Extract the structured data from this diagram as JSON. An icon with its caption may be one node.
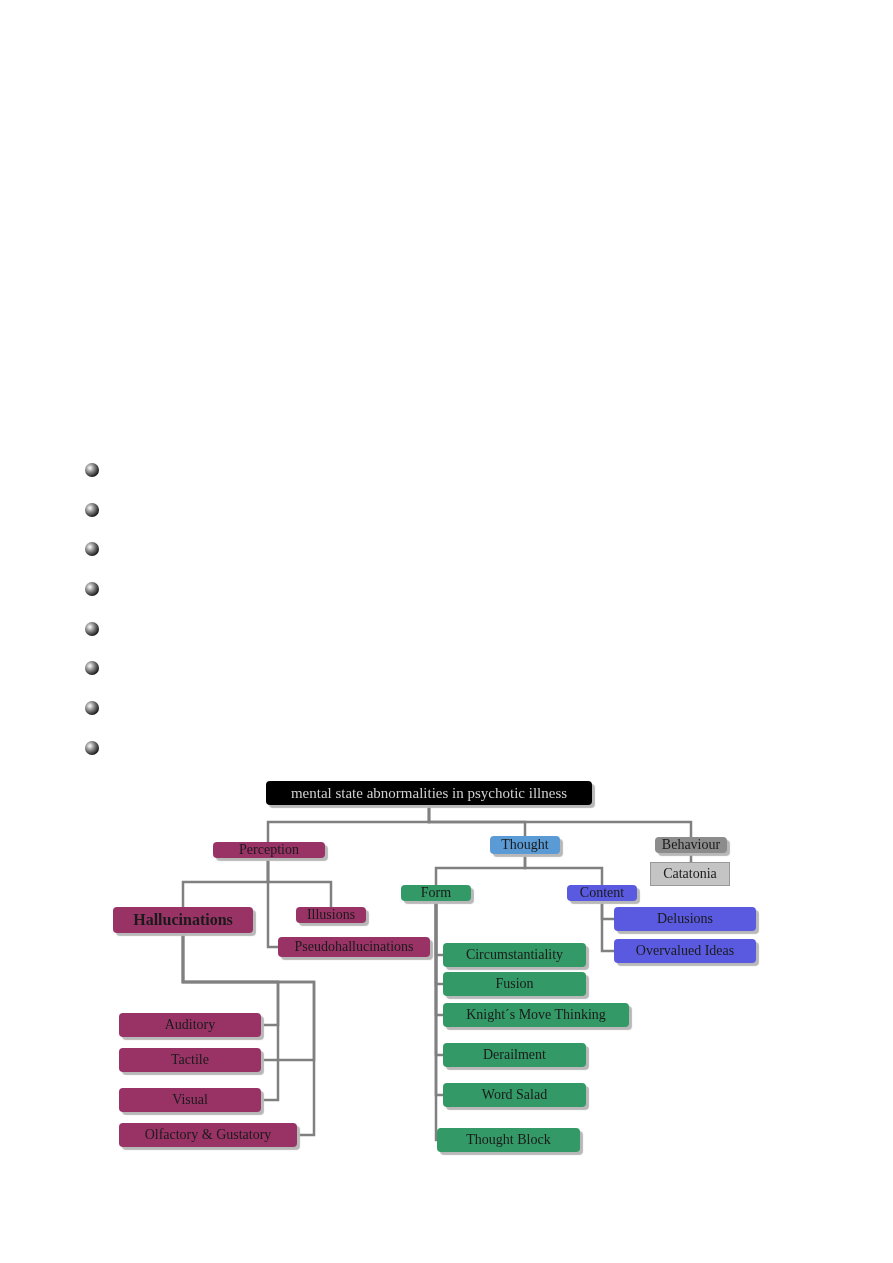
{
  "diagram": {
    "nodes": [
      {
        "text": [
          "mental state abnormalities in psychotic illness"
        ]
      },
      {
        "text": [
          "Perception"
        ]
      },
      {
        "text": [
          "Thought"
        ]
      },
      {
        "text": [
          "Behaviour"
        ]
      },
      {
        "text": [
          "Catatonia"
        ]
      },
      {
        "text": [
          "Form"
        ]
      },
      {
        "text": [
          "Content"
        ]
      },
      {
        "text": [
          "Hallucinations"
        ]
      },
      {
        "text": [
          "Illusions"
        ]
      },
      {
        "text": [
          "Pseudohallucinations"
        ]
      },
      {
        "text": [
          "Delusions"
        ]
      },
      {
        "text": [
          "Overvalued Ideas"
        ]
      },
      {
        "text": [
          "Circumstantiality"
        ]
      },
      {
        "text": [
          "Fusion"
        ]
      },
      {
        "text": [
          "Knight´s Move Thinking"
        ]
      },
      {
        "text": [
          "Derailment"
        ]
      },
      {
        "text": [
          "Word Salad"
        ]
      },
      {
        "text": [
          "Thought Block"
        ]
      },
      {
        "text": [
          "Auditory"
        ]
      },
      {
        "text": [
          "Tactile"
        ]
      },
      {
        "text": [
          "Visual"
        ]
      },
      {
        "text": [
          "Olfactory & Gustatory"
        ]
      }
    ],
    "edges": [
      {
        "from": 0,
        "to": 1,
        "arrow": "none"
      },
      {
        "from": 0,
        "to": 2,
        "arrow": "none"
      },
      {
        "from": 0,
        "to": 3,
        "arrow": "none"
      },
      {
        "from": 3,
        "to": 4,
        "arrow": "none"
      },
      {
        "from": 1,
        "to": 7,
        "arrow": "none"
      },
      {
        "from": 1,
        "to": 8,
        "arrow": "none"
      },
      {
        "from": 1,
        "to": 9,
        "arrow": "none"
      },
      {
        "from": 2,
        "to": 5,
        "arrow": "none"
      },
      {
        "from": 2,
        "to": 6,
        "arrow": "none"
      },
      {
        "from": 6,
        "to": 10,
        "arrow": "none"
      },
      {
        "from": 6,
        "to": 11,
        "arrow": "none"
      },
      {
        "from": 5,
        "to": 12,
        "arrow": "none"
      },
      {
        "from": 5,
        "to": 13,
        "arrow": "none"
      },
      {
        "from": 5,
        "to": 14,
        "arrow": "none"
      },
      {
        "from": 5,
        "to": 15,
        "arrow": "none"
      },
      {
        "from": 5,
        "to": 16,
        "arrow": "none"
      },
      {
        "from": 5,
        "to": 17,
        "arrow": "none"
      },
      {
        "from": 7,
        "to": 18,
        "arrow": "none"
      },
      {
        "from": 7,
        "to": 19,
        "arrow": "none"
      },
      {
        "from": 7,
        "to": 20,
        "arrow": "none"
      },
      {
        "from": 7,
        "to": 21,
        "arrow": "none"
      }
    ]
  }
}
